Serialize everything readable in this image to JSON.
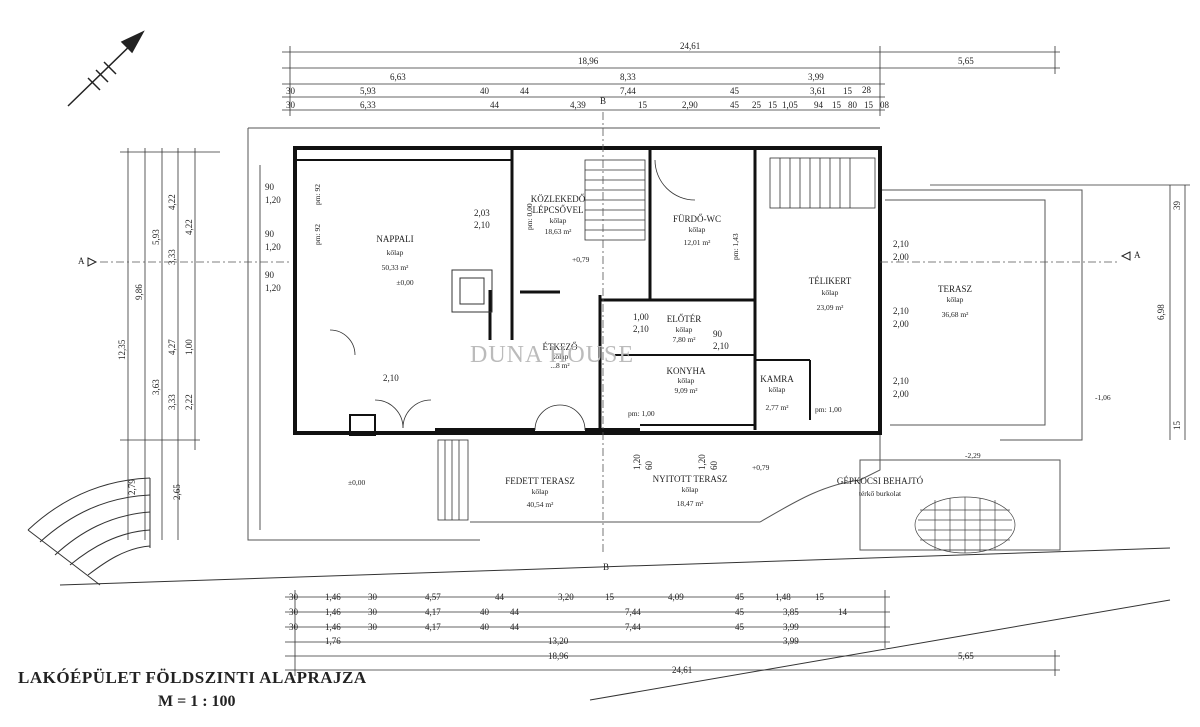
{
  "title": "LAKÓÉPÜLET FÖLDSZINTI ALAPRAJZA",
  "scale": "M = 1 : 100",
  "watermark": "DUNA HOUSE",
  "section_marks": {
    "a_left": "A",
    "a_right": "A",
    "b_top": "B",
    "b_bottom": "B"
  },
  "rooms": {
    "nappali": {
      "name": "NAPPALI",
      "floor": "kőlap",
      "area": "50,33 m²",
      "level": "±0,00"
    },
    "kozlekedo": {
      "name": "KÖZLEKEDŐ",
      "name2": "LÉPCSŐVEL",
      "floor": "kőlap",
      "area": "18,63 m²"
    },
    "furdo": {
      "name": "FÜRDŐ-WC",
      "floor": "kőlap",
      "area": "12,01 m²"
    },
    "telikert": {
      "name": "TÉLIKERT",
      "floor": "kőlap",
      "area": "23,09 m²"
    },
    "terasz": {
      "name": "TERASZ",
      "floor": "kőlap",
      "area": "36,68 m²"
    },
    "eloter": {
      "name": "ELŐTÉR",
      "floor": "kőlap",
      "area": "7,80 m²"
    },
    "etkezo": {
      "name": "ÉTKEZŐ",
      "floor": "kőlap",
      "area": "...8 m²"
    },
    "konyha": {
      "name": "KONYHA",
      "floor": "kőlap",
      "area": "9,09 m²"
    },
    "kamra": {
      "name": "KAMRA",
      "floor": "kőlap",
      "area": "2,77 m²"
    },
    "fedett": {
      "name": "FEDETT TERASZ",
      "floor": "kőlap",
      "area": "40,54 m²"
    },
    "nyitott": {
      "name": "NYITOTT TERASZ",
      "floor": "kőlap",
      "area": "18,47 m²"
    },
    "gepkocsi": {
      "name": "GÉPKOCSI BEHAJTÓ",
      "floor": "térkő burkolat"
    }
  },
  "levels": {
    "plus079a": "+0,79",
    "plus079b": "+0,79",
    "zero_out": "±0,00",
    "minus229": "-2,29",
    "minus106": "-1,06"
  },
  "dims_top": {
    "row1": [
      "24,61"
    ],
    "row2": [
      "18,96",
      "5,65"
    ],
    "row3": [
      "6,63",
      "8,33",
      "3,99",
      "28"
    ],
    "row4": [
      "30",
      "5,93",
      "40",
      "44",
      "7,44",
      "45",
      "3,61",
      "15"
    ],
    "row5": [
      "30",
      "6,33",
      "44",
      "4,39",
      "15",
      "2,90",
      "45",
      "25",
      "15",
      "1,05",
      "94",
      "15",
      "80",
      "15",
      "08"
    ]
  },
  "dims_bottom": {
    "row1": [
      "30",
      "1,46",
      "30",
      "4,57",
      "44",
      "3,20",
      "15",
      "4,09",
      "45",
      "1,48",
      "15"
    ],
    "row2": [
      "30",
      "1,46",
      "30",
      "4,17",
      "40",
      "44",
      "7,44",
      "45",
      "3,85",
      "14"
    ],
    "row3": [
      "30",
      "1,46",
      "30",
      "4,17",
      "40",
      "44",
      "7,44",
      "45",
      "3,99"
    ],
    "row4": [
      "1,76",
      "13,20",
      "3,99"
    ],
    "row5": [
      "18,96",
      "5,65"
    ],
    "row6": [
      "24,61"
    ]
  },
  "dims_left": [
    "12,35",
    "9,86",
    "5,93",
    "3,33",
    "4,22",
    "4,22",
    "3,63",
    "3,33",
    "4,27",
    "1,00",
    "2,22",
    "2,79",
    "2,65"
  ],
  "dims_right": [
    "6,98",
    "39",
    "15"
  ],
  "openings": [
    "90",
    "1,20",
    "90",
    "1,20",
    "90",
    "1,20",
    "2,03",
    "2,10",
    "2,10",
    "1,00",
    "2,10",
    "90",
    "2,10",
    "2,10",
    "2,00",
    "2,10",
    "2,00",
    "2,10",
    "2,00",
    "1,20",
    "60",
    "1,20",
    "60"
  ],
  "annotations": [
    "pm: 92",
    "pm: 92",
    "pm: 0,00",
    "pm: 1,43",
    "pm: 1,00",
    "pm: 1,00"
  ]
}
